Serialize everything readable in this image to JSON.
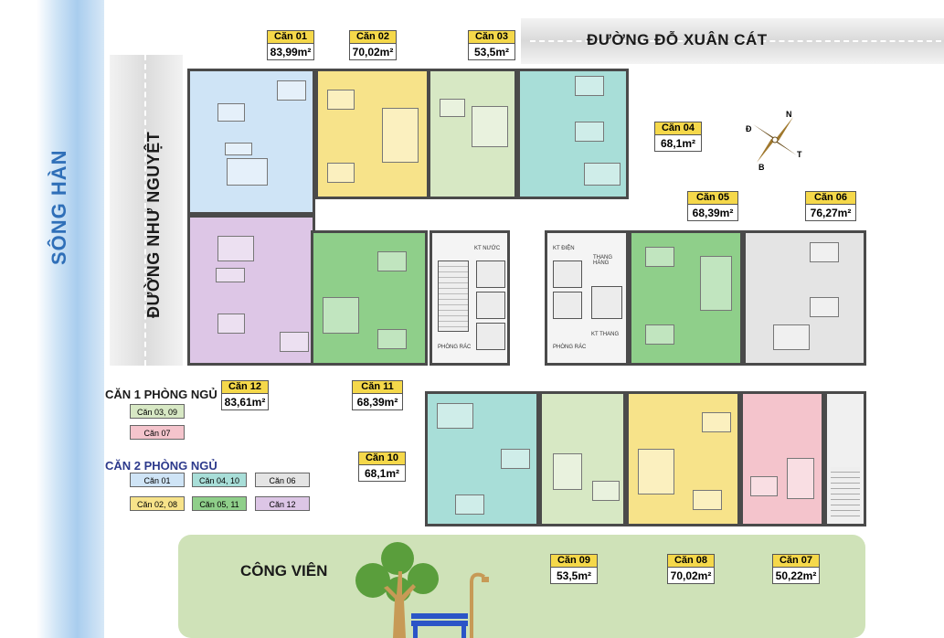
{
  "river_label": "SÔNG HÀN",
  "road_left_label": "ĐƯỜNG NHƯ NGUYỆT",
  "road_top_label": "ĐƯỜNG ĐỖ XUÂN CÁT",
  "park_label": "CÔNG VIÊN",
  "compass": {
    "n": "N",
    "t": "T",
    "b": "B",
    "d": "Đ"
  },
  "units": {
    "u01": {
      "name": "Căn 01",
      "area": "83,99m²"
    },
    "u02": {
      "name": "Căn 02",
      "area": "70,02m²"
    },
    "u03": {
      "name": "Căn 03",
      "area": "53,5m²"
    },
    "u04": {
      "name": "Căn 04",
      "area": "68,1m²"
    },
    "u05": {
      "name": "Căn 05",
      "area": "68,39m²"
    },
    "u06": {
      "name": "Căn 06",
      "area": "76,27m²"
    },
    "u07": {
      "name": "Căn 07",
      "area": "50,22m²"
    },
    "u08": {
      "name": "Căn 08",
      "area": "70,02m²"
    },
    "u09": {
      "name": "Căn 09",
      "area": "53,5m²"
    },
    "u10": {
      "name": "Căn 10",
      "area": "68,1m²"
    },
    "u11": {
      "name": "Căn 11",
      "area": "68,39m²"
    },
    "u12": {
      "name": "Căn 12",
      "area": "83,61m²"
    }
  },
  "core_labels": {
    "kt_nuoc": "KT NƯỚC",
    "kt_dien": "KT ĐIỆN",
    "thang_hang": "THANG HÀNG",
    "phong_rac_left": "PHÒNG RÁC",
    "phong_rac_right": "PHÒNG RÁC",
    "kt_thang": "KT THANG"
  },
  "legend": {
    "one_bed_title": "CĂN 1 PHÒNG NGỦ",
    "one_bed": [
      "Căn 03, 09",
      "Căn 07"
    ],
    "two_bed_title": "CĂN 2 PHÒNG NGỦ",
    "two_bed": [
      "Căn 01",
      "Căn 04, 10",
      "Căn 06",
      "Căn 02, 08",
      "Căn 05, 11",
      "Căn 12"
    ]
  },
  "colors": {
    "c01": "#cfe4f6",
    "c02": "#f7e38a",
    "c03": "#d7e8c4",
    "c04": "#a8ded8",
    "c05": "#8fcf8a",
    "c06": "#e4e4e4",
    "c07": "#f4c4cc",
    "c12": "#ddc6e6",
    "river": "#a9cdee",
    "park": "#cfe2b8",
    "tag_header": "#f5d84a",
    "legend_title_2": "#2d3a8c"
  }
}
